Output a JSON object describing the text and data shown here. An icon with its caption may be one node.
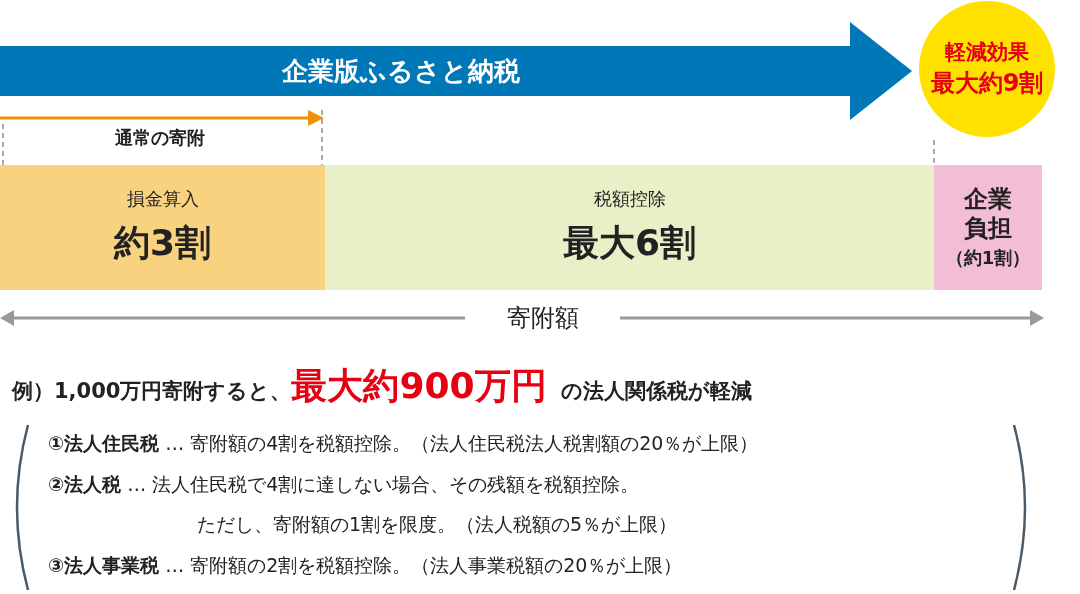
{
  "diagram": {
    "nodes": [
      {
        "text": [
          "企業版ふるさと納税"
        ]
      },
      {
        "text": [
          "軽減効果",
          "最大約9割"
        ]
      },
      {
        "text": [
          "損金算入",
          "約3割"
        ]
      },
      {
        "text": [
          "税額控除",
          "最大6割"
        ]
      },
      {
        "text": [
          "企業負担",
          "（約1割）"
        ]
      }
    ],
    "edges": [],
    "labels": [
      "通常の寄附",
      "寄附額",
      "例）1,000万円寄附すると、",
      "最大約900万円",
      "の法人関係税が軽減",
      "**①法人住民税** … 寄附額の4割を税額控除。（法人住民税法人税割額の20％が上限）",
      "**②法人税** … 法人住民税で4割に達しない場合、その残額を税額控除。",
      "ただし、寄附額の1割を限度。（法人税額の5％が上限）",
      "**③法人事業税** … 寄附額の2割を税額控除。（法人事業税額の20％が上限）"
    ]
  }
}
